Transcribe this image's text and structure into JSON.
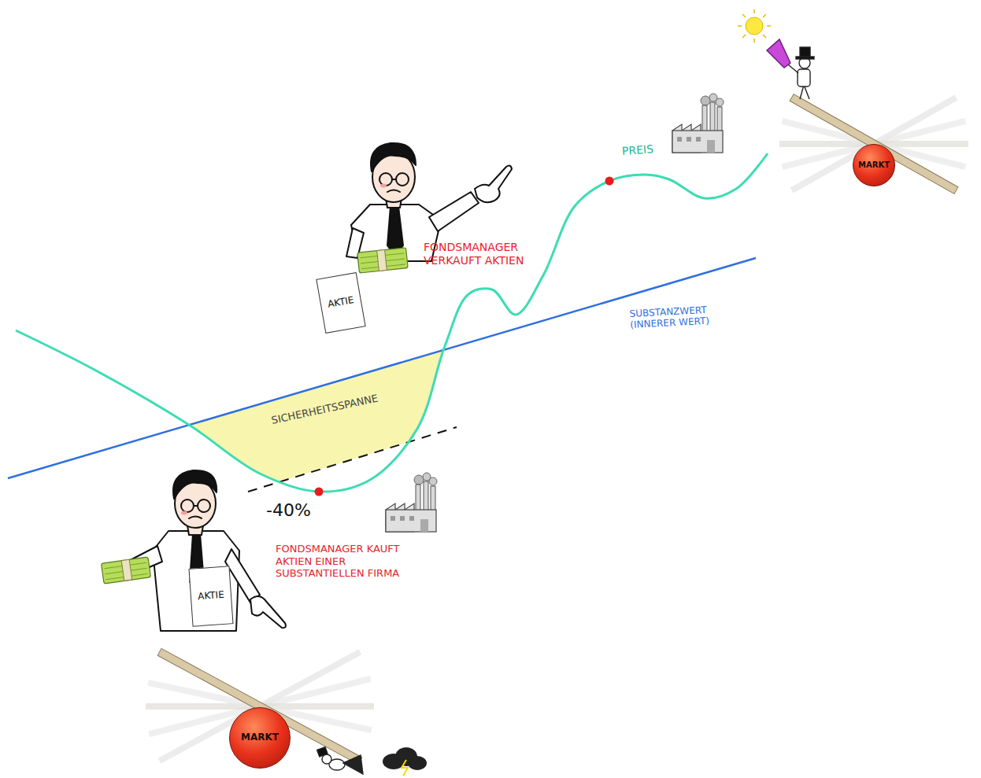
{
  "diagram": {
    "nodes": [
      {
        "text": [
          "MARKT"
        ]
      },
      {
        "text": [
          "AKTIE"
        ]
      },
      {
        "text": [
          "AKTIE"
        ]
      },
      {
        "text": [
          "MARKT"
        ]
      }
    ],
    "labels": [
      "PREIS",
      "FONDSMANAGER VERKAUFT AKTIEN",
      "SUBSTANZWERT (INNERER WERT)",
      "SICHERHEITSSPANNE",
      "-40%",
      "FONDSMANAGER KAUFT AKTIEN EINER SUBSTANTIELLEN FIRMA"
    ]
  }
}
